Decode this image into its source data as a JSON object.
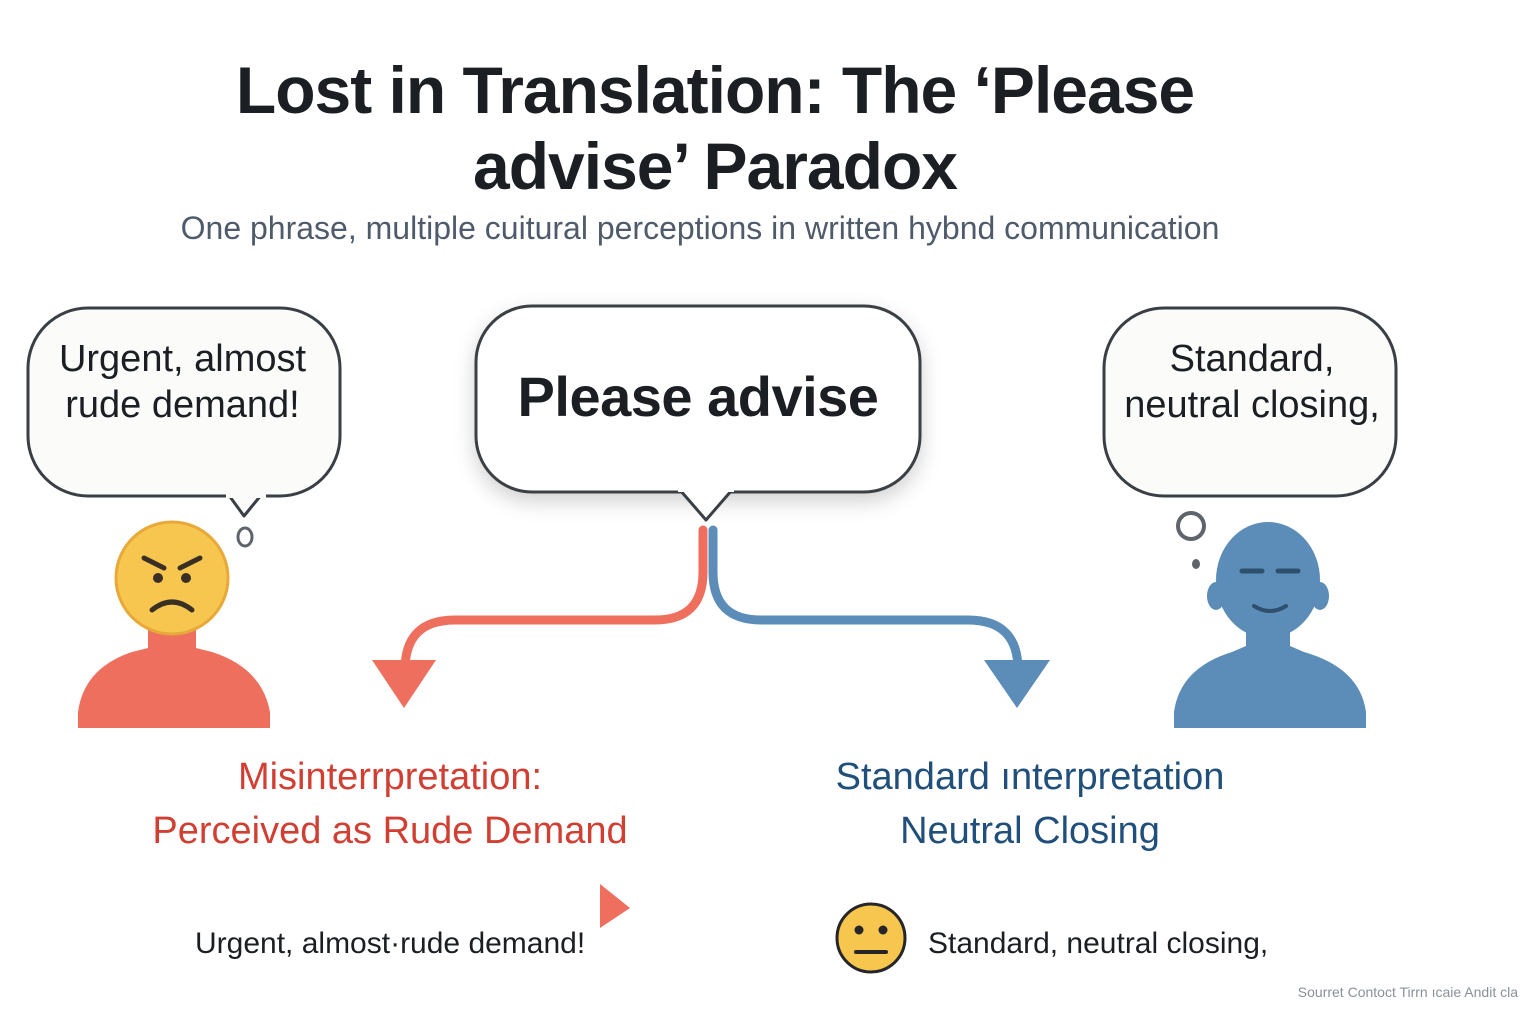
{
  "title": "Lost in Translation: The ‘Please advise’ Paradox",
  "subtitle": "One phrase, multiple cuitural perceptions in written hybnd communication",
  "center_bubble": {
    "text": "Please advise"
  },
  "left_bubble": {
    "text": "Urgent, almost rude demand!"
  },
  "right_bubble": {
    "text": "Standard, neutral closing,"
  },
  "left_interpretation": {
    "heading": "Misinterrpretation:",
    "subheading": "Perceived as Rude Demand"
  },
  "right_interpretation": {
    "heading": "Standard ınterpretation",
    "subheading": "Neutral Closing"
  },
  "bottom_left": {
    "text": "Urgent, almost·rude demand!"
  },
  "bottom_right": {
    "text": "Standard, neutral closing,"
  },
  "footer": "Sourret Contoct Tirrn ıcaie Andit cla",
  "colors": {
    "negative": "#ef6f5e",
    "negative_text": "#d13f33",
    "neutral": "#5b8db8",
    "neutral_text": "#1f4f7a",
    "emoji": "#f7c64f",
    "bubble_border": "#3a3f45"
  }
}
